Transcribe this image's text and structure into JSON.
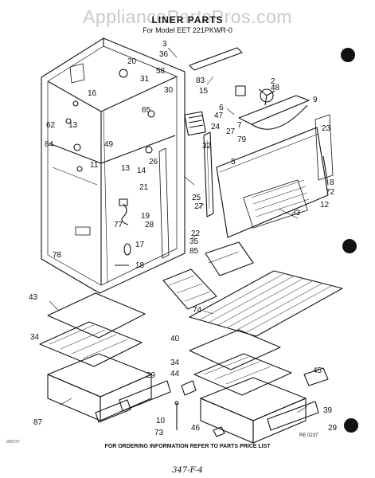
{
  "header": {
    "watermark": "AppliancePartsPros.com",
    "title": "LINER PARTS",
    "model": "For Model EET 221PKWR-0"
  },
  "footer": {
    "ordering_note": "FOR ORDERING INFORMATION REFER TO PARTS PRICE LIST",
    "doc_code": "RE 0237",
    "scan_id": "900737",
    "page_mark": "347-F-4"
  },
  "part_labels": [
    {
      "id": "p3",
      "text": "3"
    },
    {
      "id": "p36",
      "text": "36"
    },
    {
      "id": "p20",
      "text": "20"
    },
    {
      "id": "p58",
      "text": "58"
    },
    {
      "id": "p31",
      "text": "31"
    },
    {
      "id": "p30",
      "text": "30"
    },
    {
      "id": "p16",
      "text": "16"
    },
    {
      "id": "p65",
      "text": "65"
    },
    {
      "id": "p13a",
      "text": "13"
    },
    {
      "id": "p62",
      "text": "62"
    },
    {
      "id": "p84",
      "text": "84"
    },
    {
      "id": "p49",
      "text": "49"
    },
    {
      "id": "p11",
      "text": "11"
    },
    {
      "id": "p13b",
      "text": "13"
    },
    {
      "id": "p14",
      "text": "14"
    },
    {
      "id": "p26",
      "text": "26"
    },
    {
      "id": "p21",
      "text": "21"
    },
    {
      "id": "p19",
      "text": "19"
    },
    {
      "id": "p28",
      "text": "28"
    },
    {
      "id": "p77",
      "text": "77"
    },
    {
      "id": "p17",
      "text": "17"
    },
    {
      "id": "p78",
      "text": "78"
    },
    {
      "id": "p18",
      "text": "18"
    },
    {
      "id": "p83",
      "text": "83"
    },
    {
      "id": "p15",
      "text": "15"
    },
    {
      "id": "p2",
      "text": "2"
    },
    {
      "id": "p48",
      "text": "48"
    },
    {
      "id": "p9",
      "text": "9"
    },
    {
      "id": "p6",
      "text": "6"
    },
    {
      "id": "p47",
      "text": "47"
    },
    {
      "id": "p7",
      "text": "7"
    },
    {
      "id": "p24",
      "text": "24"
    },
    {
      "id": "p23",
      "text": "23"
    },
    {
      "id": "p27a",
      "text": "27"
    },
    {
      "id": "p79",
      "text": "79"
    },
    {
      "id": "p32",
      "text": "32"
    },
    {
      "id": "p5",
      "text": "5"
    },
    {
      "id": "p8",
      "text": "8"
    },
    {
      "id": "p72",
      "text": "72"
    },
    {
      "id": "p25",
      "text": "25"
    },
    {
      "id": "p27b",
      "text": "27"
    },
    {
      "id": "p12",
      "text": "12"
    },
    {
      "id": "p33",
      "text": "33"
    },
    {
      "id": "p22",
      "text": "22"
    },
    {
      "id": "p35",
      "text": "35"
    },
    {
      "id": "p85",
      "text": "85"
    },
    {
      "id": "p43",
      "text": "43"
    },
    {
      "id": "p74",
      "text": "74"
    },
    {
      "id": "p34a",
      "text": "34"
    },
    {
      "id": "p40",
      "text": "40"
    },
    {
      "id": "p34b",
      "text": "34"
    },
    {
      "id": "p44",
      "text": "44"
    },
    {
      "id": "p45",
      "text": "45"
    },
    {
      "id": "p29a",
      "text": "29"
    },
    {
      "id": "p87",
      "text": "87"
    },
    {
      "id": "p10",
      "text": "10"
    },
    {
      "id": "p73",
      "text": "73"
    },
    {
      "id": "p46",
      "text": "46"
    },
    {
      "id": "p39",
      "text": "39"
    },
    {
      "id": "p29b",
      "text": "29"
    }
  ]
}
